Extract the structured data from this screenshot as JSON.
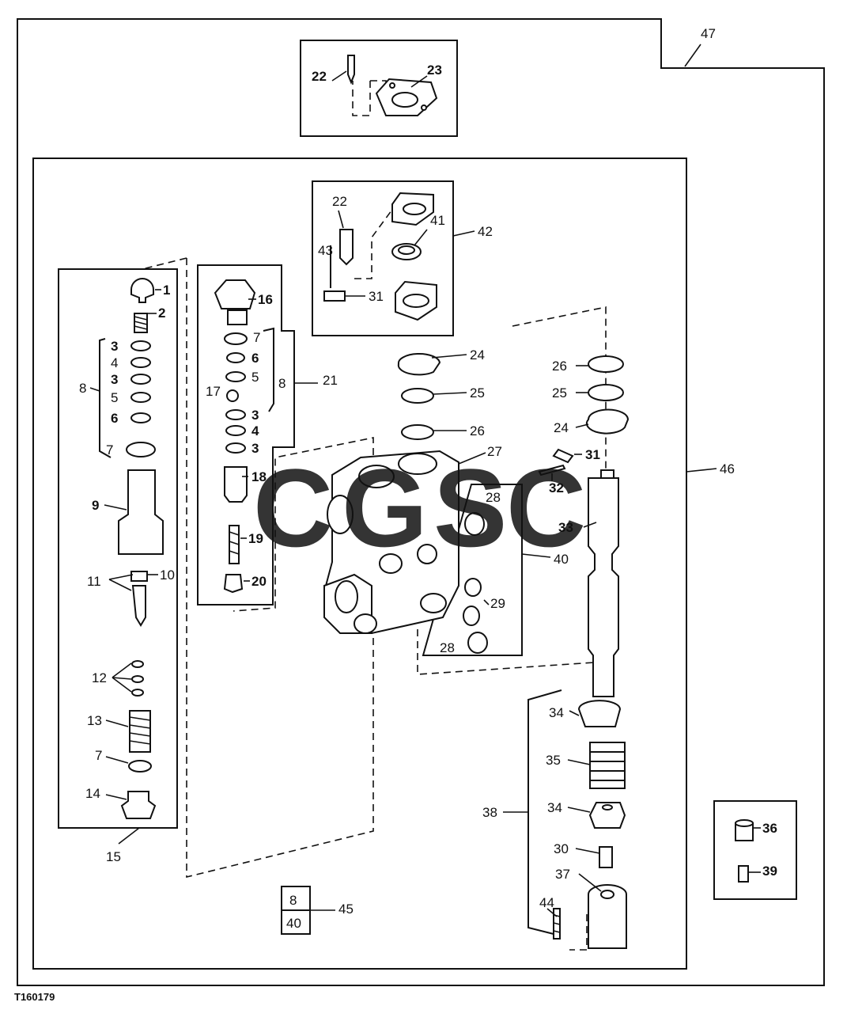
{
  "figure_id": "T160179",
  "watermark": {
    "text": "CGSC",
    "colors": [
      "#3a7de0",
      "#e8474a",
      "#f2c12e",
      "#2a9d6a"
    ]
  },
  "callouts": {
    "c1": "1",
    "c2": "2",
    "c3a": "3",
    "c4a": "4",
    "c3b": "3",
    "c5a": "5",
    "c6a": "6",
    "c7a": "7",
    "c8a": "8",
    "c9": "9",
    "c10": "10",
    "c11": "11",
    "c12": "12",
    "c13": "13",
    "c7b": "7",
    "c14": "14",
    "c15": "15",
    "c16": "16",
    "c7c": "7",
    "c6b": "6",
    "c5b": "5",
    "c17": "17",
    "c8b": "8",
    "c21": "21",
    "c3c": "3",
    "c4b": "4",
    "c3d": "3",
    "c18": "18",
    "c19": "19",
    "c20": "20",
    "c22a": "22",
    "c23": "23",
    "c22b": "22",
    "c41": "41",
    "c42": "42",
    "c43": "43",
    "c31a": "31",
    "c24a": "24",
    "c25a": "25",
    "c26a": "26",
    "c27": "27",
    "c28a": "28",
    "c40": "40",
    "c29": "29",
    "c28b": "28",
    "c26b": "26",
    "c25b": "25",
    "c24b": "24",
    "c31b": "31",
    "c32": "32",
    "c33": "33",
    "c46": "46",
    "c47": "47",
    "c34a": "34",
    "c35": "35",
    "c38": "38",
    "c34b": "34",
    "c30": "30",
    "c37": "37",
    "c44": "44",
    "c36": "36",
    "c39": "39",
    "c45_top": "8",
    "c45_bot": "40",
    "c45": "45"
  }
}
